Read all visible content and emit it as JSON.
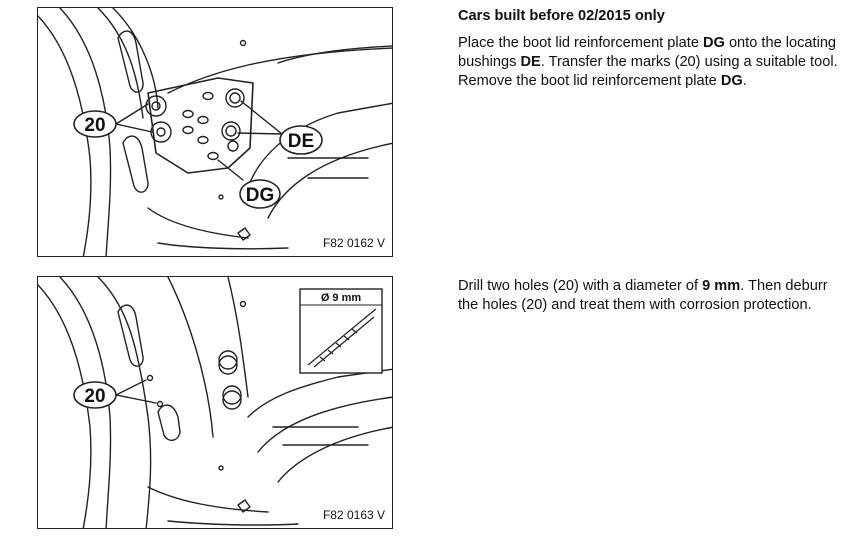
{
  "figure1": {
    "code": "F82 0162 V",
    "callouts": {
      "marks": "20",
      "bushings": "DE",
      "plate": "DG"
    }
  },
  "figure2": {
    "code": "F82 0163 V",
    "callouts": {
      "holes": "20"
    },
    "inset_label": "Ø 9 mm"
  },
  "step1": {
    "heading": "Cars built before 02/2015 only",
    "seg1": "Place the boot lid reinforcement plate ",
    "b1": "DG",
    "seg2": " onto the locating bushings ",
    "b2": "DE",
    "seg3": ". Transfer the marks (20) using a suitable tool. Remove the boot lid reinforcement plate ",
    "b3": "DG",
    "seg4": "."
  },
  "step2": {
    "seg1": "Drill two holes (20) with a diameter of ",
    "b1": "9 mm",
    "seg2": ". Then deburr the holes (20) and treat them with corrosion protection."
  }
}
